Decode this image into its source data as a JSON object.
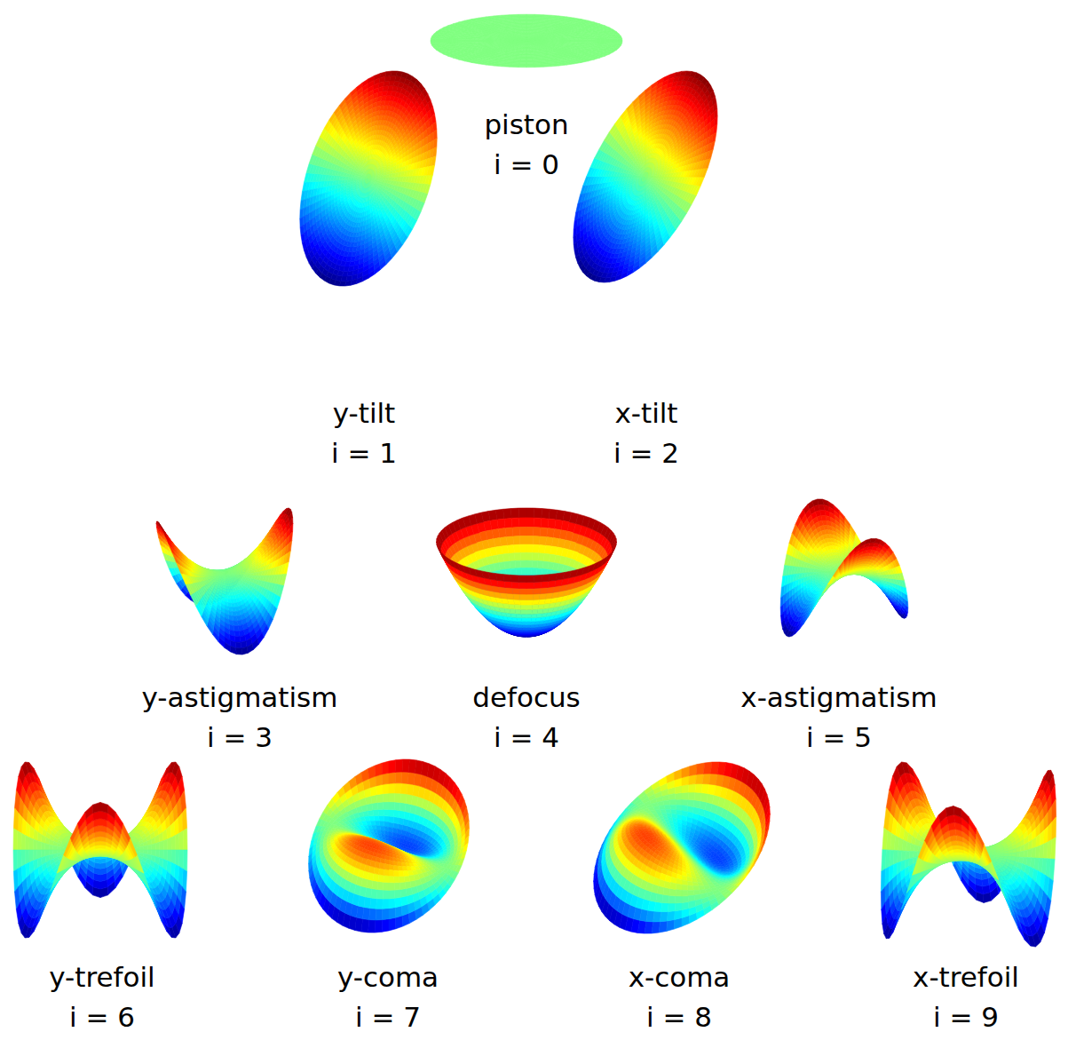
{
  "diagram": {
    "labels": [
      "piston",
      "i = 0",
      "y-tilt",
      "i = 1",
      "x-tilt",
      "i = 2",
      "y-astigmatism",
      "i = 3",
      "defocus",
      "i = 4",
      "x-astigmatism",
      "i = 5",
      "y-trefoil",
      "i = 6",
      "y-coma",
      "i = 7",
      "x-coma",
      "i = 8",
      "x-trefoil",
      "i = 9"
    ]
  }
}
